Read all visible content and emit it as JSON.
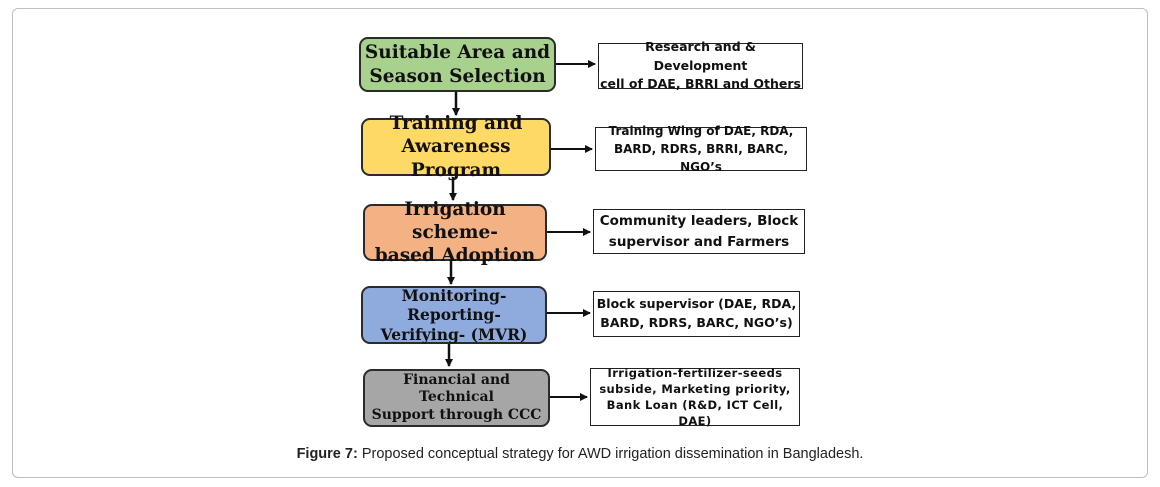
{
  "stages": [
    {
      "label": "Suitable Area and\nSeason Selection",
      "color": "#a9d18e"
    },
    {
      "label": "Training and\nAwareness Program",
      "color": "#ffd966"
    },
    {
      "label": "Irrigation scheme-\nbased Adoption",
      "color": "#f4b183"
    },
    {
      "label": "Monitoring-Reporting-\nVerifying- (MVR)",
      "color": "#8faadc"
    },
    {
      "label": "Financial and Technical\nSupport through CCC",
      "color": "#a6a6a6"
    }
  ],
  "agencies": [
    "Research and & Development\ncell of DAE, BRRI and Others",
    "Training Wing of DAE, RDA,\nBARD, RDRS, BRRI, BARC, NGO’s",
    "Community leaders, Block\nsupervisor and Farmers",
    "Block supervisor (DAE, RDA,\nBARD, RDRS, BARC, NGO’s)",
    "Irrigation-fertilizer-seeds\nsubside, Marketing priority,\nBank Loan (R&D, ICT Cell, DAE)"
  ],
  "caption": {
    "label": "Figure 7:",
    "text": " Proposed conceptual strategy for AWD irrigation dissemination in Bangladesh."
  }
}
